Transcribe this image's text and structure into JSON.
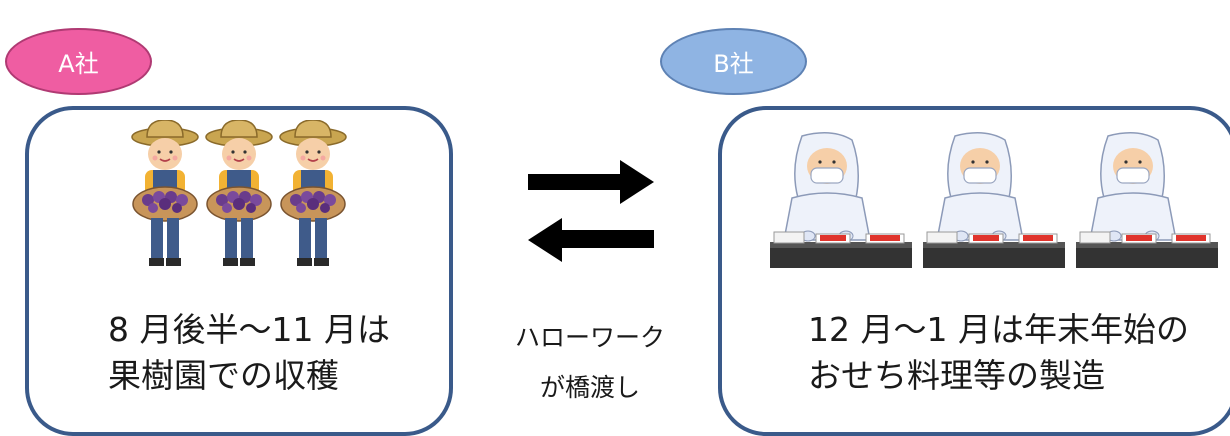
{
  "company_a": {
    "label": "A社",
    "text_line1": "8 月後半～11 月は",
    "text_line2": "果樹園での収穫",
    "badge_color": "#ef5da2"
  },
  "company_b": {
    "label": "B社",
    "text_line1": "12 月～1 月は年末年始の",
    "text_line2": "おせち料理等の製造",
    "badge_color": "#8fb4e3"
  },
  "middle": {
    "line1": "ハローワーク",
    "line2": "が橋渡し"
  },
  "icons": {
    "left_figures": "farmer-with-basket-icon",
    "right_figures": "food-factory-worker-icon",
    "arrows": "exchange-arrows-icon"
  },
  "colors": {
    "box_border": "#3a5a8a"
  }
}
